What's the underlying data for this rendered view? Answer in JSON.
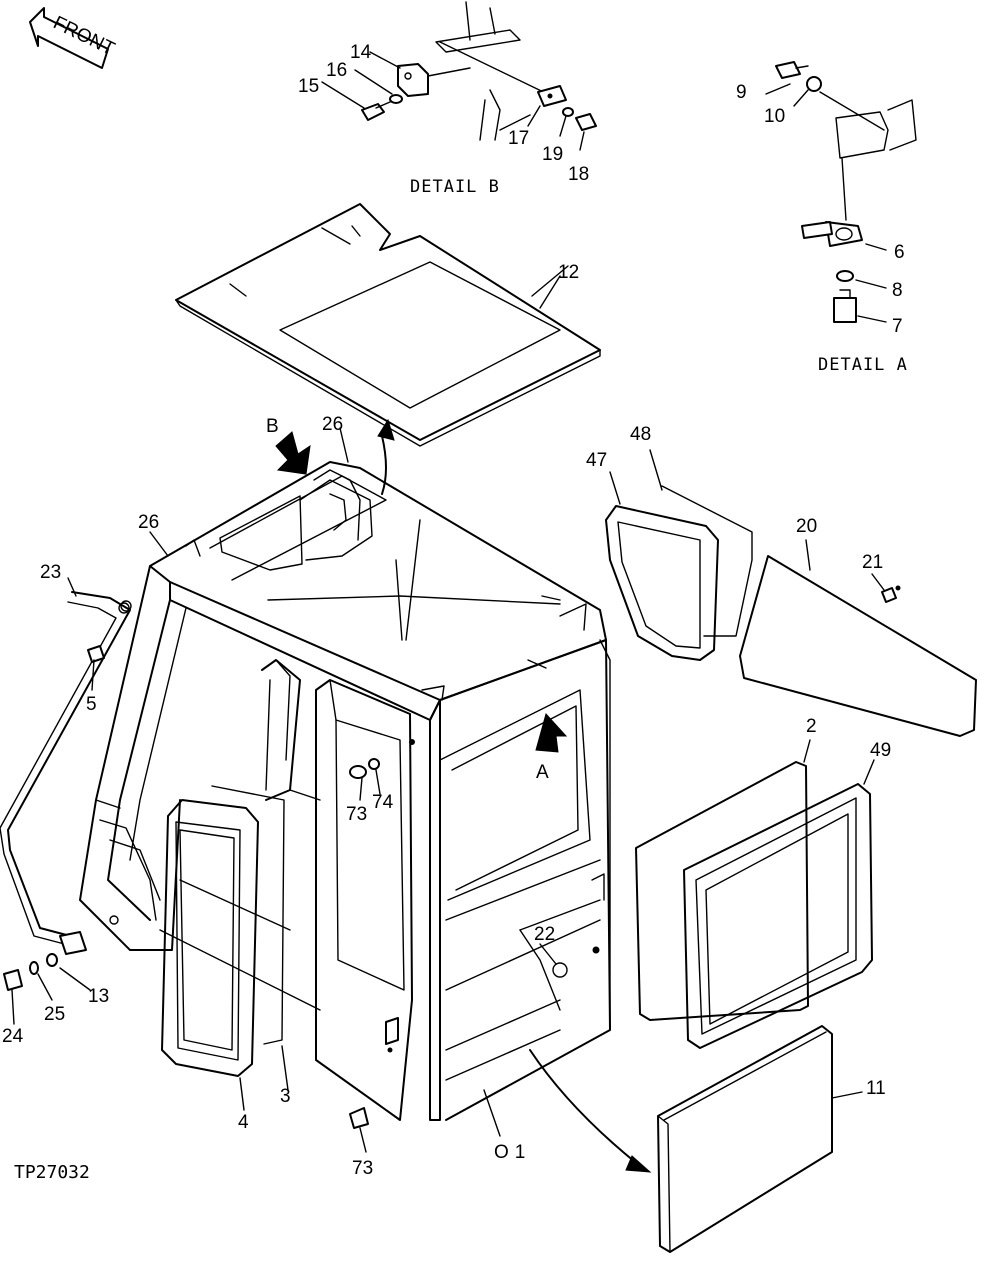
{
  "diagram": {
    "orientation_label": "FRONT",
    "detail_captions": {
      "detail_b": "DETAIL B",
      "detail_a": "DETAIL A"
    },
    "view_markers": {
      "b": "B",
      "a": "A"
    },
    "reference_code": "TP27032",
    "callouts": {
      "c14": "14",
      "c16": "16",
      "c15": "15",
      "c17": "17",
      "c19": "19",
      "c18": "18",
      "c9": "9",
      "c10": "10",
      "c6": "6",
      "c8": "8",
      "c7": "7",
      "c12": "12",
      "c26a": "26",
      "c26b": "26",
      "c23": "23",
      "c5": "5",
      "c48": "48",
      "c47": "47",
      "c20": "20",
      "c21": "21",
      "c2": "2",
      "c49": "49",
      "c73a": "73",
      "c74": "74",
      "c22": "22",
      "c13": "13",
      "c25": "25",
      "c24": "24",
      "c4": "4",
      "c3": "3",
      "c01": "O1",
      "c73b": "73",
      "c11": "11"
    }
  }
}
